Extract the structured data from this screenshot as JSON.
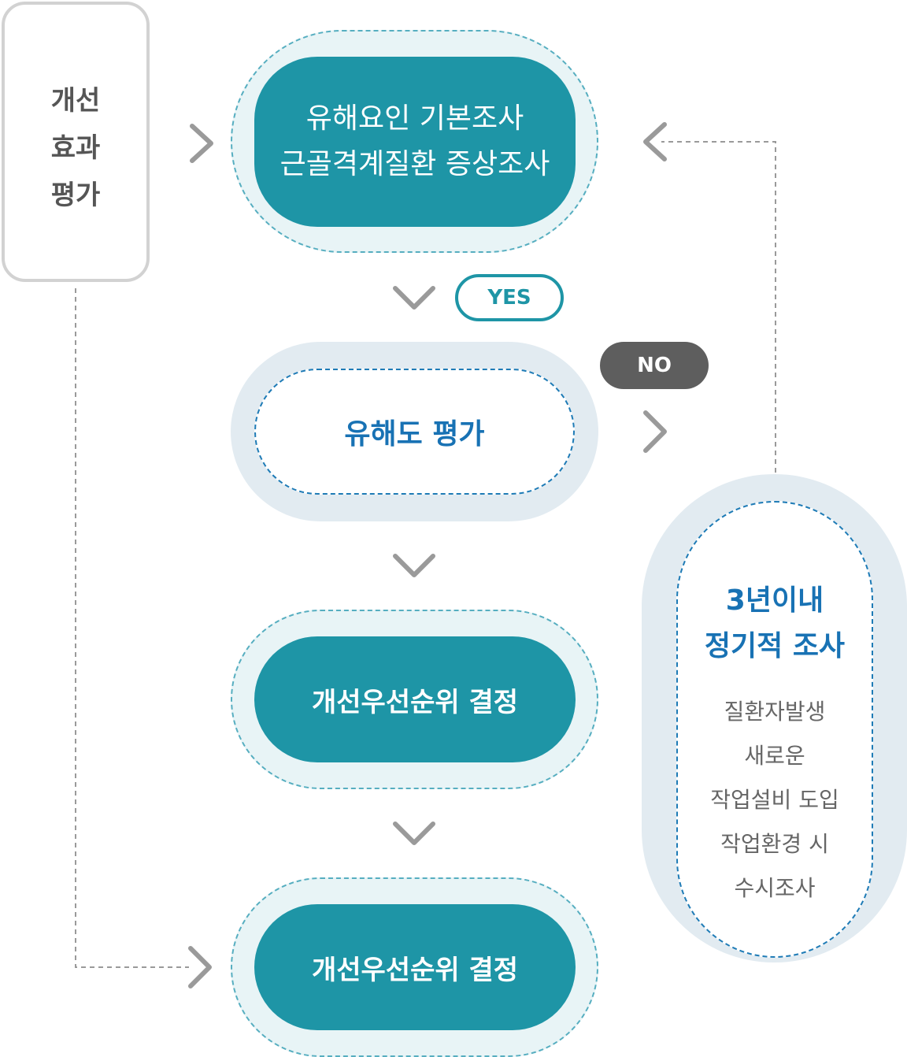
{
  "evaluation": {
    "lines": [
      "개선",
      "효과",
      "평가"
    ]
  },
  "steps": {
    "survey": {
      "line1": "유해요인 기본조사",
      "line2": "근골격계질환 증상조사"
    },
    "assessment": "유해도 평가",
    "priority_1": "개선우선순위 결정",
    "priority_2": "개선우선순위 결정"
  },
  "periodic": {
    "title_line1": "3년이내",
    "title_line2": "정기적 조사",
    "conditions": [
      "질환자발생",
      "새로운",
      "작업설비 도입",
      "작업환경 시",
      "수시조사"
    ]
  },
  "badges": {
    "yes": "YES",
    "no": "NO"
  },
  "colors": {
    "teal": "#1e95a6",
    "blue_text": "#1872b4",
    "halo_light": "#e8f4f6",
    "halo_blue": "#e2ebf1",
    "arrow": "#9a9a9a",
    "no_badge": "#5e5e5e"
  }
}
